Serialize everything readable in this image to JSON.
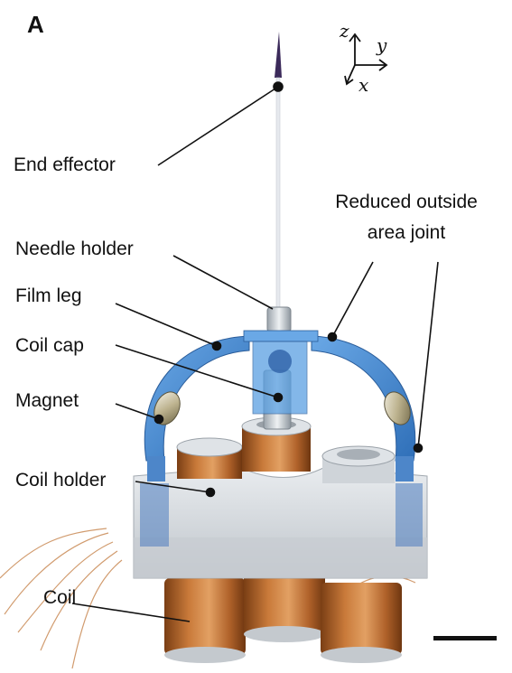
{
  "panel_label": "A",
  "axes": {
    "z": "z",
    "y": "y",
    "x": "x"
  },
  "labels": {
    "end_effector": "End effector",
    "reduced_joint_line1": "Reduced outside",
    "reduced_joint_line2": "area joint",
    "needle_holder": "Needle holder",
    "film_leg": "Film leg",
    "coil_cap": "Coil cap",
    "magnet": "Magnet",
    "coil_holder": "Coil holder",
    "coil": "Coil"
  },
  "colors": {
    "film": "#4a8fd6",
    "coil_copper": "#b8672c",
    "holder": "#d8dde2",
    "text": "#111111"
  }
}
